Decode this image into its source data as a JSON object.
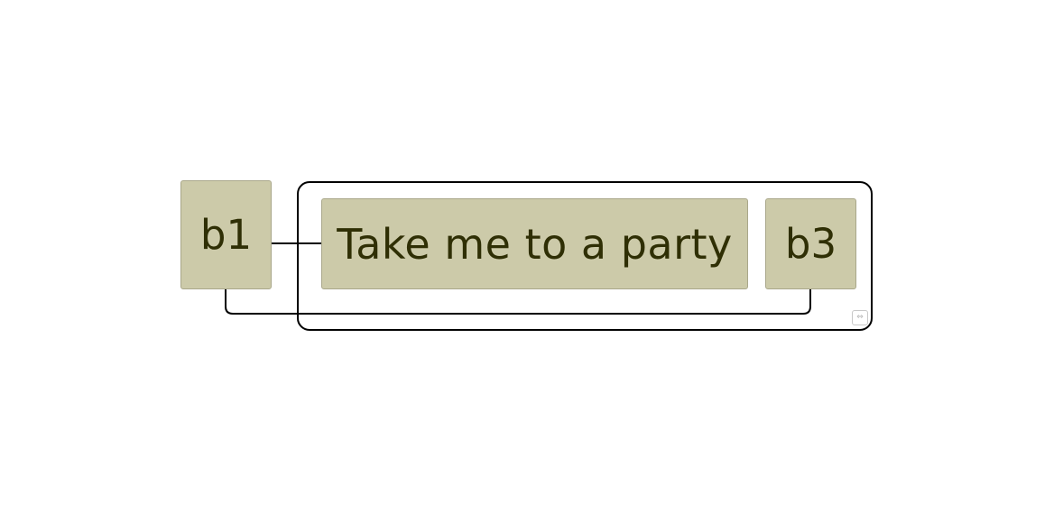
{
  "diagram": {
    "nodes": {
      "b1": {
        "label": "b1"
      },
      "main": {
        "label": "Take me to a party"
      },
      "b3": {
        "label": "b3"
      }
    },
    "edges": [
      {
        "from": "b1",
        "to": "main"
      },
      {
        "from": "b1",
        "to": "b3"
      }
    ],
    "group": {
      "members": [
        "main",
        "b3"
      ],
      "toggle_icon": "expand-collapse-icon"
    },
    "colors": {
      "node_fill": "#cccaa9",
      "node_border": "#a9a78a",
      "node_text": "#2f2f05",
      "connector": "#000000",
      "group_border": "#000000"
    }
  }
}
